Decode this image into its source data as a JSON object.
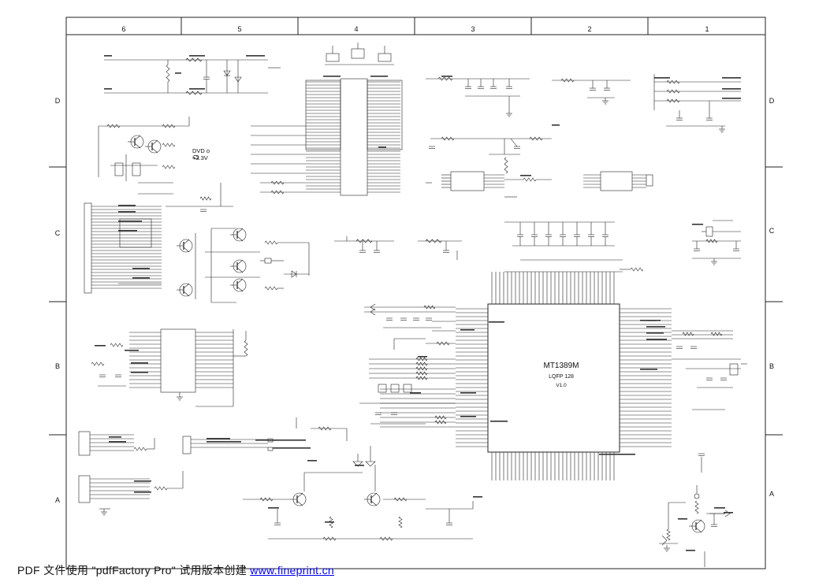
{
  "column_zones": [
    "6",
    "5",
    "4",
    "3",
    "2",
    "1"
  ],
  "row_zones_left": [
    "D",
    "C",
    "B",
    "A"
  ],
  "row_zones_right": [
    "D",
    "C",
    "B",
    "A"
  ],
  "main_chip": {
    "part": "MT1389M",
    "package": "LQFP 128",
    "version": "V1.0"
  },
  "legend": {
    "line1": "DVD  o",
    "line2": "+3.3V"
  },
  "footer": {
    "prefix": "PDF 文件使用 \"pdfFactory Pro\" 试用版本创建 ",
    "link": "www.fineprint.cn"
  },
  "colors": {
    "line": "#222222",
    "link": "#0000ee",
    "paper": "#ffffff"
  }
}
